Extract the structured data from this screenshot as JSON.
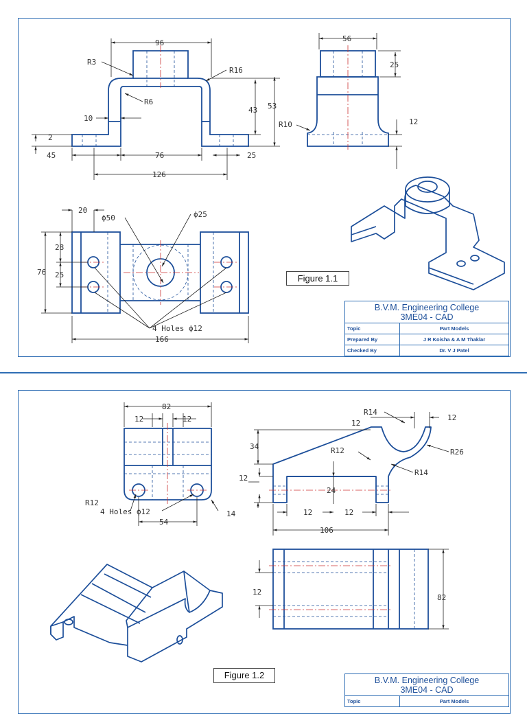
{
  "colors": {
    "line": "#1d4f9a",
    "frame": "#2e6db4",
    "dimension": "#333333",
    "centerline": "#cc3333"
  },
  "figure1": {
    "label": "Figure 1.1",
    "dims": {
      "d96": "96",
      "d56": "56",
      "r3": "R3",
      "r16": "R16",
      "r6": "R6",
      "d25a": "25",
      "d43": "43",
      "d53": "53",
      "d10": "10",
      "r10": "R10",
      "d12": "12",
      "d2": "2",
      "d45": "45",
      "d76": "76",
      "d25b": "25",
      "d126": "126",
      "d20": "20",
      "phi50": "ϕ50",
      "phi25": "ϕ25",
      "d28": "28",
      "d76v": "76",
      "d25c": "25",
      "holes": "4 Holes ϕ12",
      "d166": "166"
    },
    "titleblock": {
      "college": "B.V.M. Engineering College",
      "course": "3ME04 - CAD",
      "rows": [
        {
          "key": "Topic",
          "value": "Part Models"
        },
        {
          "key": "Prepared By",
          "value": "J R Koisha & A M Thaklar"
        },
        {
          "key": "Checked By",
          "value": "Dr. V J Patel"
        }
      ]
    }
  },
  "figure2": {
    "label": "Figure 1.2",
    "dims": {
      "d82": "82",
      "d12a": "12",
      "d12b": "12",
      "r12a": "R12",
      "holes": "4 Holes ϕ12",
      "d54": "54",
      "d14": "14",
      "r14a": "R14",
      "d12c": "12",
      "d12d": "12",
      "d34": "34",
      "r12b": "R12",
      "r26": "R26",
      "r14b": "R14",
      "d12e": "12",
      "d24": "24",
      "d12f": "12",
      "d12g": "12",
      "d106": "106",
      "d12h": "12",
      "d82v": "82"
    },
    "titleblock": {
      "college": "B.V.M. Engineering College",
      "course": "3ME04 - CAD",
      "rows": [
        {
          "key": "Topic",
          "value": "Part Models"
        }
      ]
    }
  }
}
